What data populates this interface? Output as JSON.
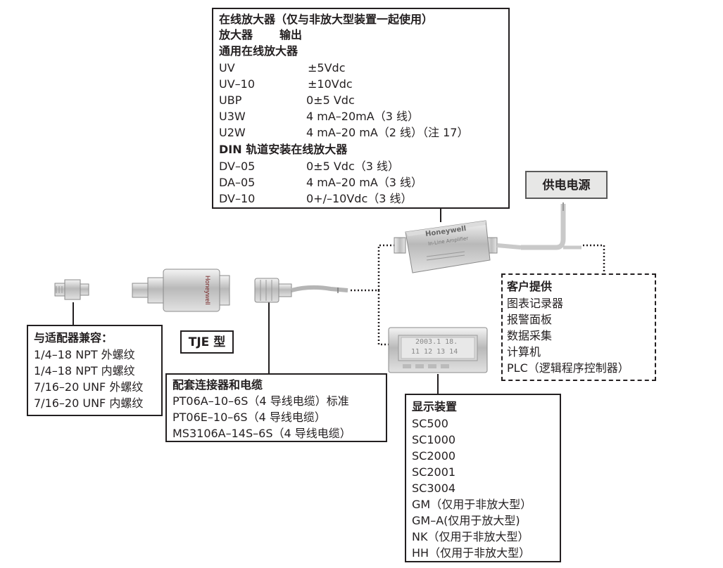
{
  "amp_box": {
    "title": "在线放大器（仅与非放大型装置一起使用）",
    "header_left": "放大器",
    "header_right": "输出",
    "group1_title": "通用在线放大器",
    "group1": [
      {
        "model": "UV",
        "output": "±5Vdc"
      },
      {
        "model": "UV–10",
        "output": "±10Vdc"
      },
      {
        "model": "UBP",
        "output": "0±5 Vdc"
      },
      {
        "model": "U3W",
        "output": "4 mA–20mA（3 线）"
      },
      {
        "model": "U2W",
        "output": "4 mA–20 mA（2 线）（注 17）"
      }
    ],
    "group2_title": "DIN 轨道安装在线放大器",
    "group2": [
      {
        "model": "DV–05",
        "output": "0±5 Vdc（3 线）"
      },
      {
        "model": "DA–05",
        "output": "4 mA–20 mA（3 线）"
      },
      {
        "model": "DV–10",
        "output": "0+/–10Vdc（3 线）"
      }
    ]
  },
  "power_label": "供电电源",
  "customer_box": {
    "title": "客户提供",
    "items": [
      "图表记录器",
      "报警面板",
      "数据采集",
      "计算机",
      "PLC（逻辑程序控制器）"
    ]
  },
  "adapter_box": {
    "title": "与适配器兼容：",
    "items": [
      "1/4–18 NPT 外螺纹",
      "1/4–18 NPT 内螺纹",
      "7/16–20 UNF 外螺纹",
      "7/16–20 UNF 内螺纹"
    ]
  },
  "tje_label": "TJE 型",
  "connector_box": {
    "title": "配套连接器和电缆",
    "items": [
      "PT06A–10–6S（4 导线电缆）标准",
      "PT06E–10–6S（4 导线电缆）",
      "MS3106A–14S–6S（4 导线电缆）"
    ]
  },
  "display_box": {
    "title": "显示装置",
    "items": [
      "SC500",
      "SC1000",
      "SC2000",
      "SC2001",
      "SC3004",
      "GM（仅用于非放大型）",
      "GM–A(仅用于放大型)",
      "NK（仅用于非放大型）",
      "HH（仅用于非放大型）"
    ]
  },
  "amp_device": {
    "brand": "Honeywell",
    "subtitle": "In-Line Amplifier"
  },
  "display_device": {
    "line1": "2003.1 18.",
    "line2": "11 12 13 14"
  }
}
